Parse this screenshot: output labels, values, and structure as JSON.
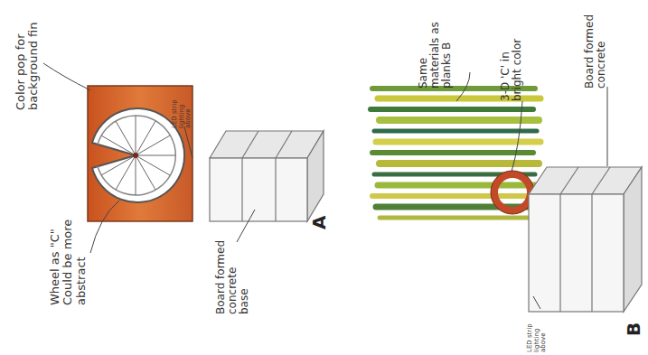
{
  "diagram": {
    "labels": [
      "Color pop for background fin",
      "Wheel as \"C\" Could be more abstract",
      "Board formed concrete base",
      "LED strip lighting above",
      "A",
      "Same materials as planks B",
      "3-D 'C' in bright color",
      "Board formed concrete",
      "LED strip lighting above",
      "B"
    ]
  }
}
